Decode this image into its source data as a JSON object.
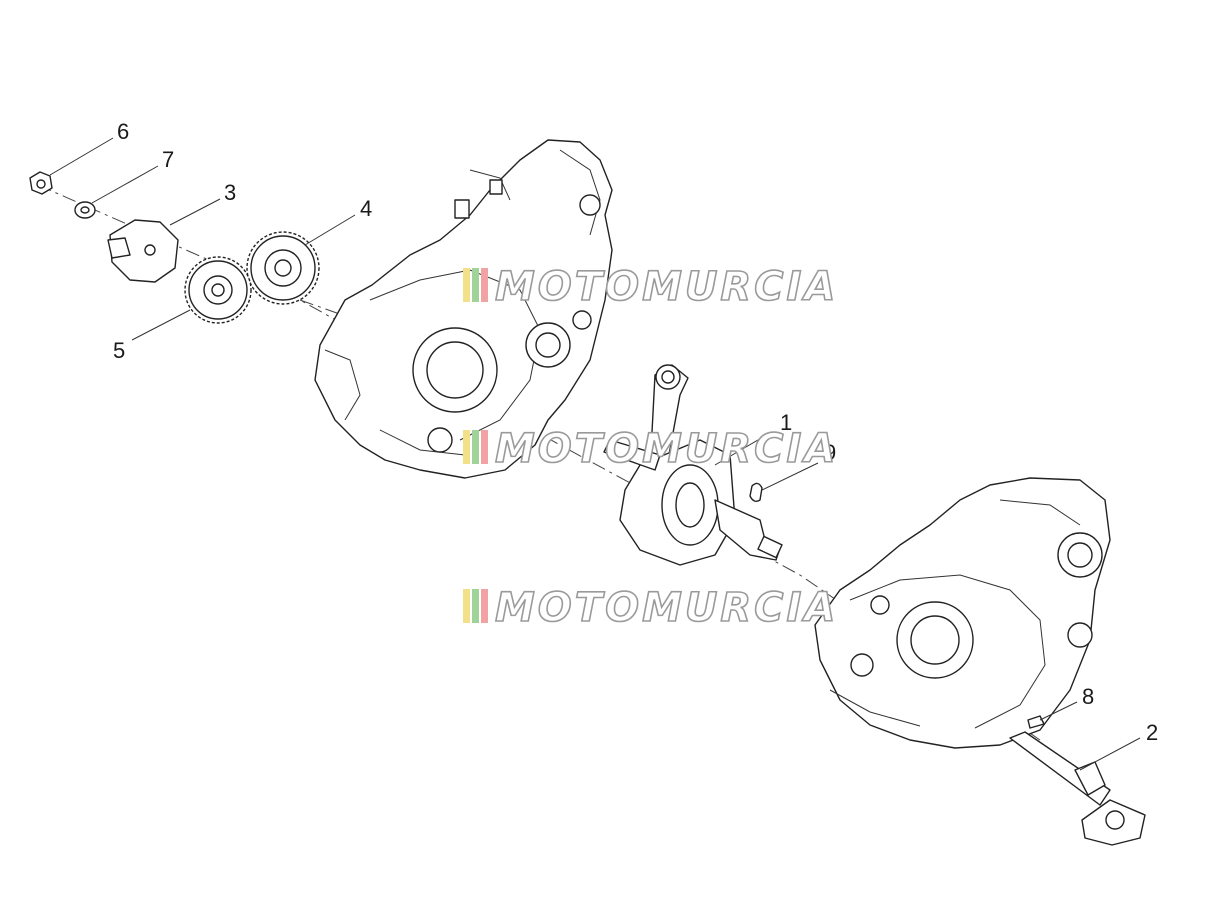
{
  "callouts": [
    {
      "id": "1",
      "label": "1"
    },
    {
      "id": "2",
      "label": "2"
    },
    {
      "id": "3",
      "label": "3"
    },
    {
      "id": "4",
      "label": "4"
    },
    {
      "id": "5",
      "label": "5"
    },
    {
      "id": "6",
      "label": "6"
    },
    {
      "id": "7",
      "label": "7"
    },
    {
      "id": "8",
      "label": "8"
    },
    {
      "id": "9",
      "label": "9"
    }
  ],
  "watermark": {
    "text": "MOTOMURCIA",
    "stripe_colors": [
      "#f2e08a",
      "#9fd39a",
      "#f1a3a3"
    ]
  },
  "colors": {
    "line": "#222222",
    "background": "#ffffff",
    "watermark_outline": "#9a9a9a"
  }
}
